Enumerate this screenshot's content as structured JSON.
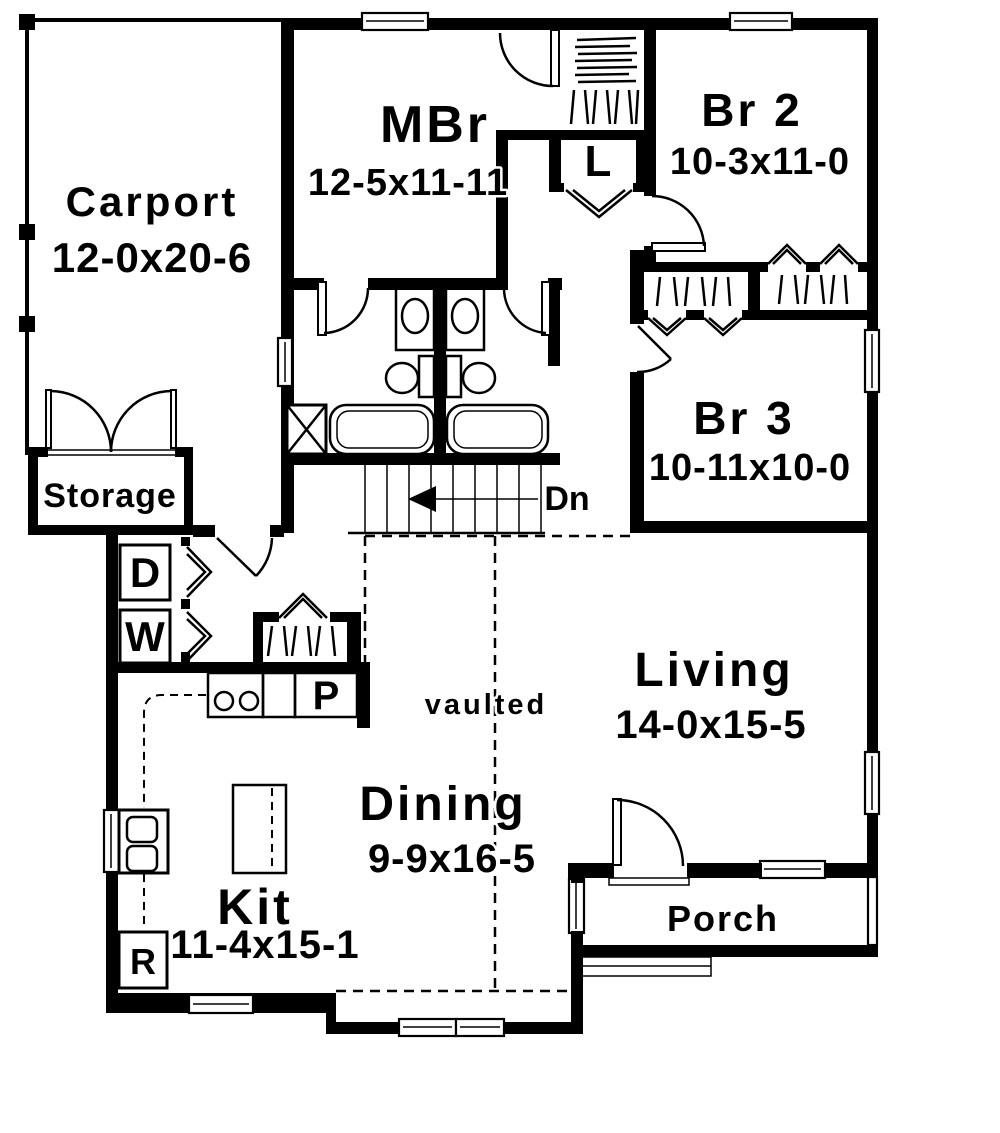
{
  "rooms": {
    "carport": {
      "name": "Carport",
      "dims": "12-0x20-6"
    },
    "mbr": {
      "name": "MBr",
      "dims": "12-5x11-11"
    },
    "br2": {
      "name": "Br 2",
      "dims": "10-3x11-0"
    },
    "br3": {
      "name": "Br 3",
      "dims": "10-11x10-0"
    },
    "living": {
      "name": "Living",
      "dims": "14-0x15-5"
    },
    "dining": {
      "name": "Dining",
      "dims": "9-9x16-5"
    },
    "kitchen": {
      "name": "Kit",
      "dims": "11-4x15-1"
    },
    "storage": {
      "name": "Storage"
    },
    "porch": {
      "name": "Porch"
    }
  },
  "annotations": {
    "vaulted_ceiling": "vaulted",
    "stairs_down": "Dn",
    "linen_closet": "L",
    "dryer": "D",
    "washer": "W",
    "pantry": "P",
    "refrigerator": "R"
  },
  "colors": {
    "wall": "#000000",
    "background": "#ffffff"
  }
}
